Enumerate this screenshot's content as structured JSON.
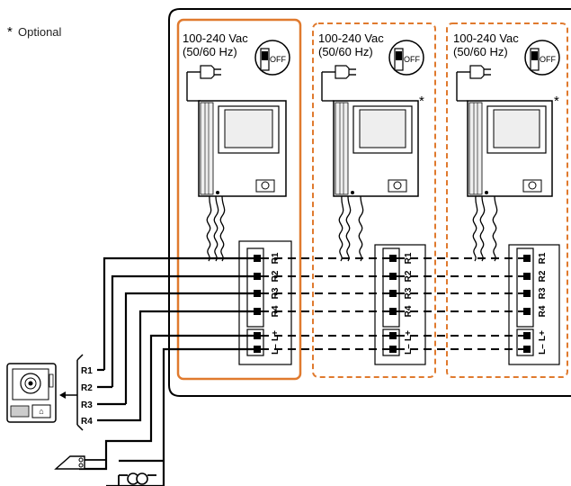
{
  "legend": {
    "star": "*",
    "text": "Optional"
  },
  "power_label_line1": "100-240 Vac",
  "power_label_line2": "(50/60 Hz)",
  "switch_label": "OFF",
  "optional_star": "*",
  "terminal_labels": [
    "R1",
    "R2",
    "R3",
    "R4",
    "L+",
    "L–"
  ],
  "door_station_terminals": [
    "R1",
    "R2",
    "R3",
    "R4"
  ],
  "colors": {
    "main_monitor_frame": "#e07a2e",
    "optional_monitor_frame": "#e07a2e",
    "wiring": "#000000",
    "enclosure": "#000000"
  },
  "monitors": [
    {
      "id": "monitor-1",
      "optional": false
    },
    {
      "id": "monitor-2",
      "optional": true
    },
    {
      "id": "monitor-3",
      "optional": true
    }
  ]
}
